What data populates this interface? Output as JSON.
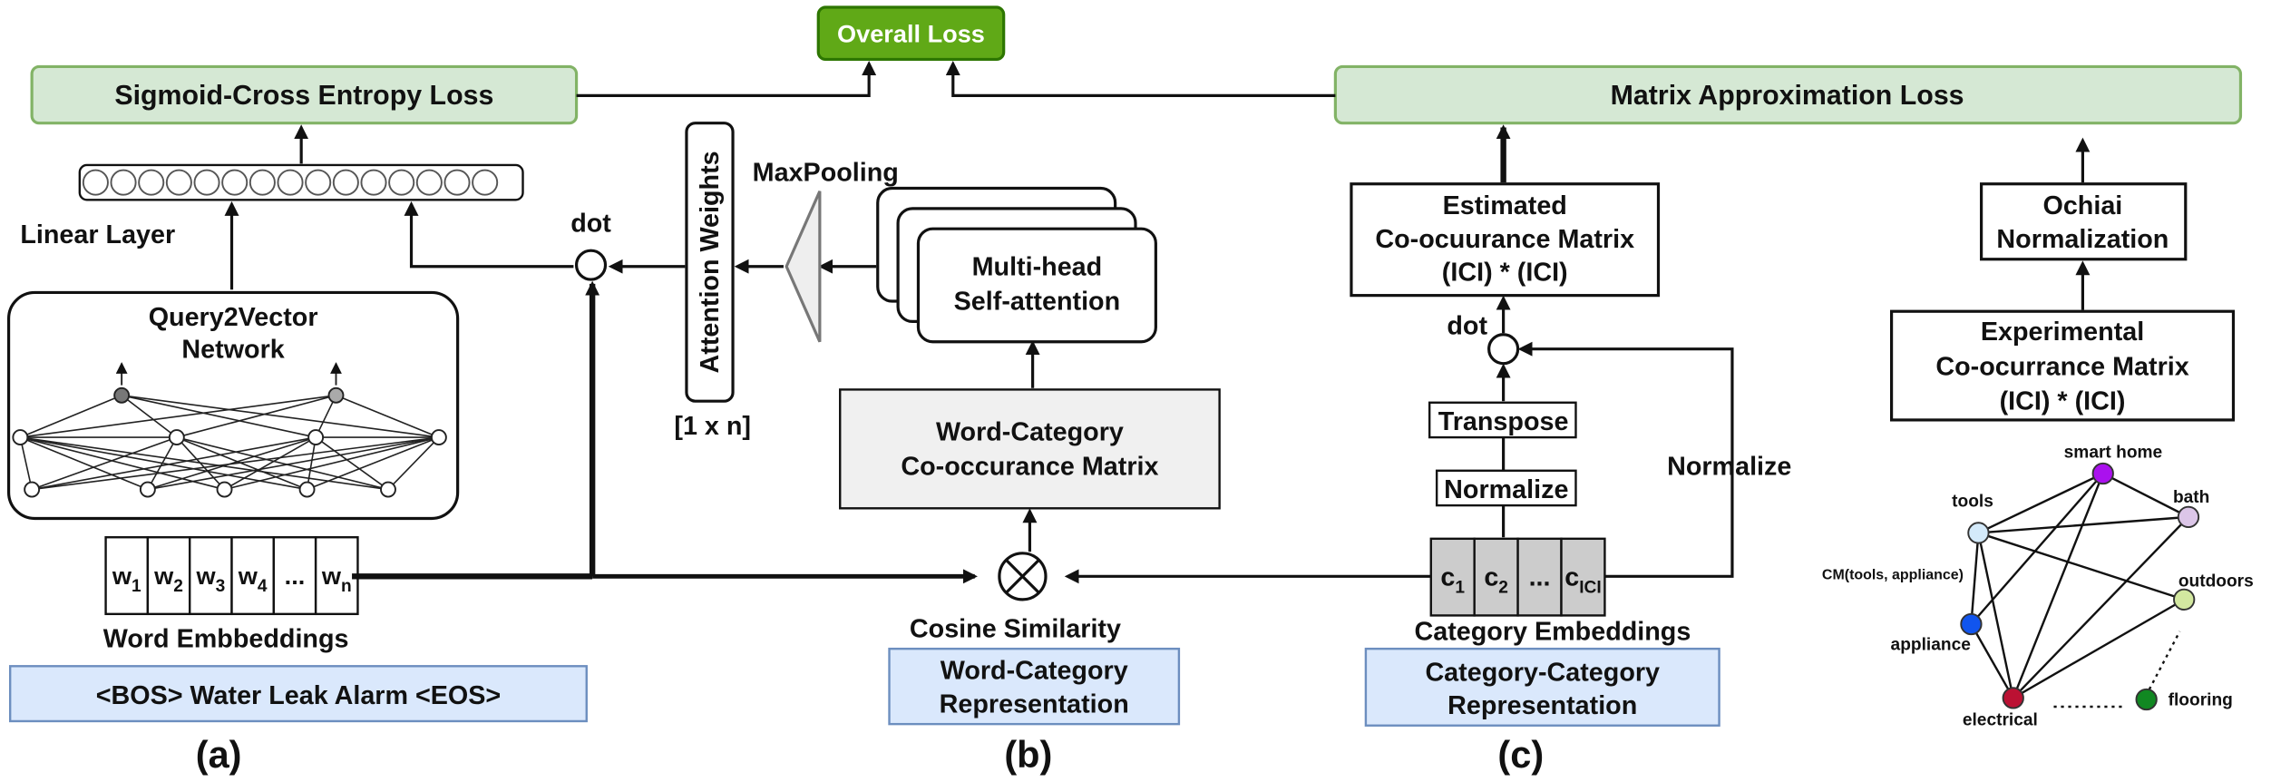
{
  "top": {
    "overall_loss": "Overall Loss",
    "sigmoid_loss": "Sigmoid-Cross Entropy Loss",
    "matrix_loss": "Matrix Approximation Loss"
  },
  "section_a": {
    "linear_layer": "Linear Layer",
    "network_title_1": "Query2Vector",
    "network_title_2": "Network",
    "word_embeddings": "Word Embbeddings",
    "word_tokens": [
      {
        "base": "w",
        "sub": "1"
      },
      {
        "base": "w",
        "sub": "2"
      },
      {
        "base": "w",
        "sub": "3"
      },
      {
        "base": "w",
        "sub": "4"
      },
      {
        "base": "...",
        "sub": ""
      },
      {
        "base": "w",
        "sub": "n"
      }
    ],
    "query_text": "<BOS> Water Leak Alarm <EOS>",
    "label": "(a)"
  },
  "section_b": {
    "dot": "dot",
    "attention_weights": "Attention Weights",
    "attention_dims": "[1 x n]",
    "maxpooling": "MaxPooling",
    "mhsa_1": "Multi-head",
    "mhsa_2": "Self-attention",
    "wc_matrix_1": "Word-Category",
    "wc_matrix_2": "Co-occurance Matrix",
    "cosine": "Cosine Similarity",
    "repr_1": "Word-Category",
    "repr_2": "Representation",
    "label": "(b)"
  },
  "section_c": {
    "estimated_1": "Estimated",
    "estimated_2": "Co-ocuurance Matrix",
    "estimated_3": "(ICI) * (ICI)",
    "dot": "dot",
    "transpose": "Transpose",
    "normalize_box": "Normalize",
    "normalize_side": "Normalize",
    "category_tokens": [
      {
        "base": "c",
        "sub": "1"
      },
      {
        "base": "c",
        "sub": "2"
      },
      {
        "base": "...",
        "sub": ""
      },
      {
        "base": "c",
        "sub": "ICI"
      }
    ],
    "category_embeddings": "Category Embeddings",
    "repr_1": "Category-Category",
    "repr_2": "Representation",
    "label": "(c)",
    "ochiai_1": "Ochiai",
    "ochiai_2": "Normalization",
    "experimental_1": "Experimental",
    "experimental_2": "Co-ocurrance Matrix",
    "experimental_3": "(ICI) * (ICI)"
  },
  "graph": {
    "annotation": "CM(tools, appliance)",
    "nodes": [
      {
        "id": "smart-home",
        "label": "smart home",
        "color": "#aa11ee"
      },
      {
        "id": "tools",
        "label": "tools",
        "color": "#d4eafa"
      },
      {
        "id": "bath",
        "label": "bath",
        "color": "#dcc6e8"
      },
      {
        "id": "outdoors",
        "label": "outdoors",
        "color": "#d3e8a0"
      },
      {
        "id": "appliance",
        "label": "appliance",
        "color": "#1155ee"
      },
      {
        "id": "electrical",
        "label": "electrical",
        "color": "#bb1133"
      },
      {
        "id": "flooring",
        "label": "flooring",
        "color": "#118822"
      }
    ]
  },
  "colors": {
    "loss_fill": "#d5e8d4",
    "loss_stroke": "#82b366",
    "overall_fill": "#60a917",
    "overall_stroke": "#2d7600",
    "repr_fill": "#dae8fc",
    "repr_stroke": "#6c8ebf",
    "gray_fill": "#f0f0f0",
    "cat_fill": "#cccccc",
    "pool_fill": "#eeeeee"
  }
}
